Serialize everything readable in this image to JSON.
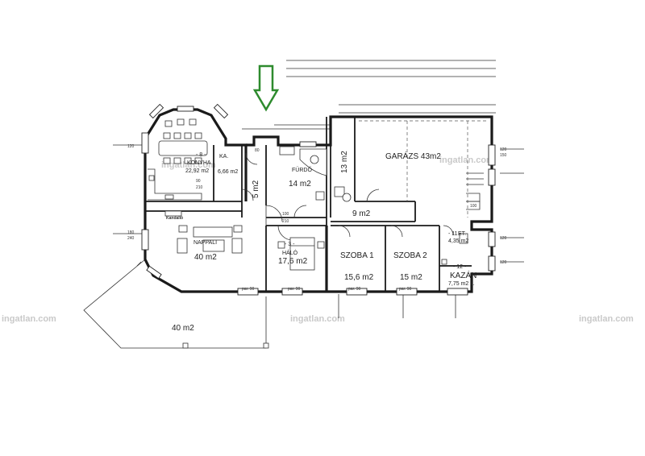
{
  "rooms": {
    "konyha": {
      "number": "- 8 -",
      "name": "KONYHA",
      "area": "22,92 m2"
    },
    "kamra": {
      "name": "KA.",
      "area": "6,66 m2"
    },
    "eloter": {
      "area": "5 m2"
    },
    "furdo": {
      "name": "FÜRDŐ",
      "area": "14 m2"
    },
    "tarolo": {
      "area": "13 m2"
    },
    "garazs": {
      "name": "GARÁZS 43m2"
    },
    "folyoso": {
      "area": "9 m2"
    },
    "nappali": {
      "name": "NAPPALI",
      "area": "40 m2"
    },
    "halo": {
      "number": "- 3 -",
      "name": "HÁLÓ",
      "area": "17,6 m2"
    },
    "szoba1": {
      "name": "SZOBA 1",
      "area": "15,6 m2"
    },
    "szoba2": {
      "name": "SZOBA 2",
      "area": "15 m2"
    },
    "etkezo": {
      "number": "- 11 -",
      "name": "ET.",
      "area": "4,35 m2"
    },
    "kazan": {
      "number": "- 12 -",
      "name": "KAZÁN",
      "area": "7,75 m2 k."
    },
    "terasz": {
      "area": "40 m2"
    }
  },
  "labels": {
    "kandallo": "Kandalló",
    "door_90": "90",
    "door_210": "210",
    "door_100": "100",
    "door_80": "80",
    "par": "par. 90",
    "win_120": "120",
    "win_150": "150",
    "win_180": "180",
    "win_240": "240"
  },
  "watermark": "ingatlan.com",
  "colors": {
    "entrance_arrow": "#2e8b2e",
    "wall": "#1a1a1a",
    "watermark": "#c9c9c9"
  },
  "icons": [
    "entrance-arrow-icon"
  ]
}
